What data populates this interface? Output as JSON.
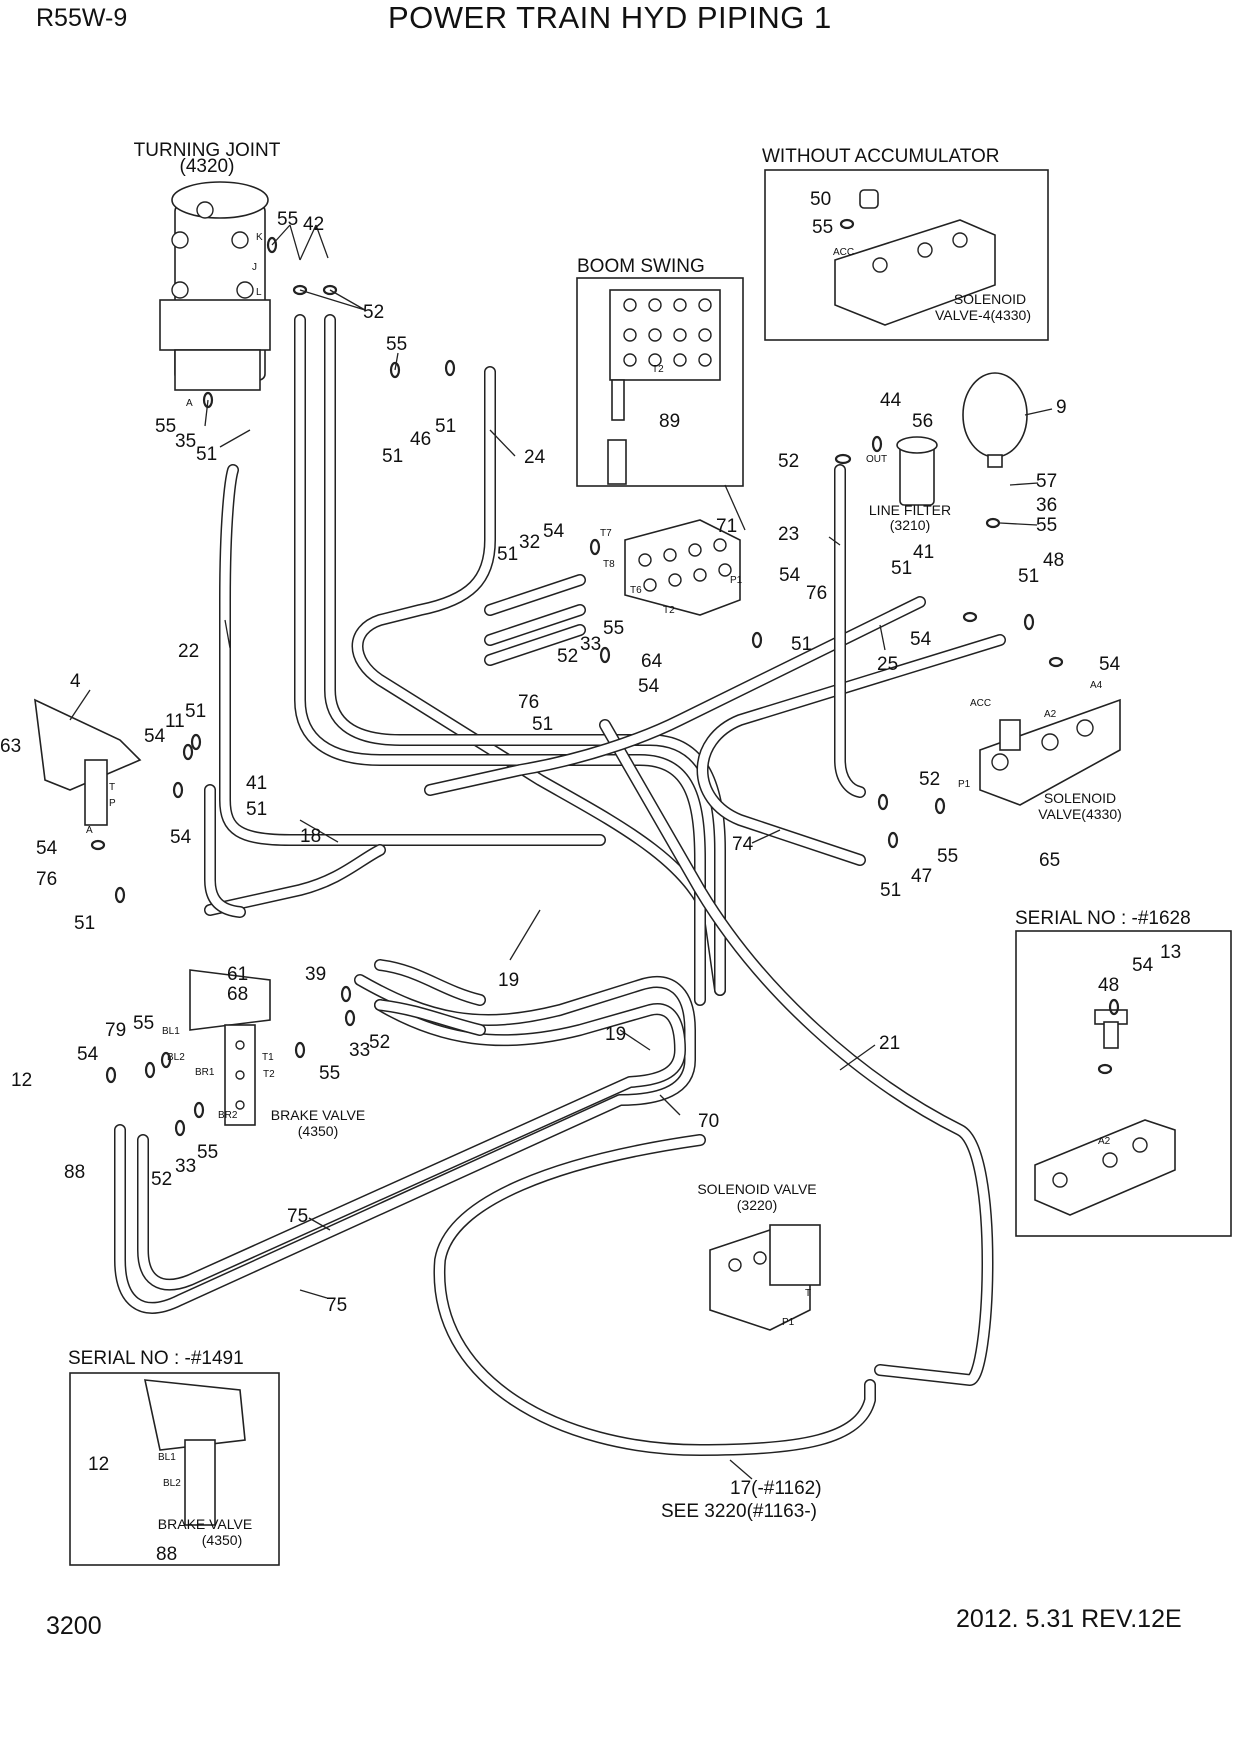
{
  "header": {
    "model": "R55W-9",
    "title": "POWER TRAIN HYD PIPING 1"
  },
  "footer": {
    "page_number": "3200",
    "revision": "2012. 5.31  REV.12E"
  },
  "components": {
    "turning_joint": [
      "TURNING JOINT",
      "(4320)"
    ],
    "line_filter": [
      "LINE FILTER",
      "(3210)"
    ],
    "solenoid_valve_main": [
      "SOLENOID",
      "VALVE(4330)"
    ],
    "solenoid_valve_4": [
      "SOLENOID",
      "VALVE-4(4330)"
    ],
    "solenoid_valve_3220": [
      "SOLENOID VALVE",
      "(3220)"
    ],
    "brake_valve": [
      "BRAKE VALVE",
      "(4350)"
    ]
  },
  "insets": {
    "boom_swing": "BOOM SWING",
    "without_accumulator": "WITHOUT ACCUMULATOR",
    "serial_1628": "SERIAL NO : -#1628",
    "serial_1491": "SERIAL NO : -#1491"
  },
  "notes": {
    "pipe17": "17(-#1162)",
    "see3220": "SEE 3220(#1163-)"
  },
  "ports": [
    "K",
    "J",
    "L",
    "A",
    "T7",
    "T8",
    "T6",
    "T2",
    "P1",
    "ACC",
    "A4",
    "A2",
    "OUT",
    "T",
    "P",
    "BL1",
    "BL2",
    "BR1",
    "BR2",
    "T1"
  ],
  "callouts": [
    {
      "id": "c1",
      "text": "55"
    },
    {
      "id": "c2",
      "text": "42"
    },
    {
      "id": "c3",
      "text": "52"
    },
    {
      "id": "c4",
      "text": "55"
    },
    {
      "id": "c5",
      "text": "51"
    },
    {
      "id": "c6",
      "text": "46"
    },
    {
      "id": "c7",
      "text": "51"
    },
    {
      "id": "c8",
      "text": "55"
    },
    {
      "id": "c9",
      "text": "35"
    },
    {
      "id": "c10",
      "text": "51"
    },
    {
      "id": "c11",
      "text": "24"
    },
    {
      "id": "c12",
      "text": "22"
    },
    {
      "id": "c13",
      "text": "4"
    },
    {
      "id": "c14",
      "text": "63"
    },
    {
      "id": "c15",
      "text": "54"
    },
    {
      "id": "c16",
      "text": "11"
    },
    {
      "id": "c17",
      "text": "51"
    },
    {
      "id": "c18",
      "text": "41"
    },
    {
      "id": "c19",
      "text": "51"
    },
    {
      "id": "c20",
      "text": "54"
    },
    {
      "id": "c21",
      "text": "54"
    },
    {
      "id": "c22",
      "text": "76"
    },
    {
      "id": "c23",
      "text": "51"
    },
    {
      "id": "c24",
      "text": "18"
    },
    {
      "id": "c25",
      "text": "54"
    },
    {
      "id": "c26",
      "text": "32"
    },
    {
      "id": "c27",
      "text": "51"
    },
    {
      "id": "c28",
      "text": "71"
    },
    {
      "id": "c29",
      "text": "54"
    },
    {
      "id": "c30",
      "text": "76"
    },
    {
      "id": "c31",
      "text": "55"
    },
    {
      "id": "c32",
      "text": "33"
    },
    {
      "id": "c33",
      "text": "52"
    },
    {
      "id": "c34",
      "text": "51"
    },
    {
      "id": "c35",
      "text": "64"
    },
    {
      "id": "c36",
      "text": "54"
    },
    {
      "id": "c37",
      "text": "76"
    },
    {
      "id": "c38",
      "text": "51"
    },
    {
      "id": "c39",
      "text": "89"
    },
    {
      "id": "c40",
      "text": "50"
    },
    {
      "id": "c41",
      "text": "55"
    },
    {
      "id": "c42",
      "text": "44"
    },
    {
      "id": "c43",
      "text": "56"
    },
    {
      "id": "c44",
      "text": "52"
    },
    {
      "id": "c45",
      "text": "9"
    },
    {
      "id": "c46",
      "text": "57"
    },
    {
      "id": "c47",
      "text": "36"
    },
    {
      "id": "c48",
      "text": "55"
    },
    {
      "id": "c49",
      "text": "23"
    },
    {
      "id": "c50",
      "text": "41"
    },
    {
      "id": "c51",
      "text": "51"
    },
    {
      "id": "c52",
      "text": "51"
    },
    {
      "id": "c53",
      "text": "48"
    },
    {
      "id": "c54",
      "text": "54"
    },
    {
      "id": "c55",
      "text": "25"
    },
    {
      "id": "c56",
      "text": "54"
    },
    {
      "id": "c57",
      "text": "52"
    },
    {
      "id": "c58",
      "text": "74"
    },
    {
      "id": "c59",
      "text": "51"
    },
    {
      "id": "c60",
      "text": "47"
    },
    {
      "id": "c61",
      "text": "55"
    },
    {
      "id": "c62",
      "text": "65"
    },
    {
      "id": "c63",
      "text": "54"
    },
    {
      "id": "c64",
      "text": "13"
    },
    {
      "id": "c65",
      "text": "48"
    },
    {
      "id": "c66",
      "text": "61"
    },
    {
      "id": "c67",
      "text": "68"
    },
    {
      "id": "c68",
      "text": "39"
    },
    {
      "id": "c69",
      "text": "19"
    },
    {
      "id": "c70",
      "text": "19"
    },
    {
      "id": "c71",
      "text": "33"
    },
    {
      "id": "c72",
      "text": "52"
    },
    {
      "id": "c73",
      "text": "55"
    },
    {
      "id": "c74",
      "text": "55"
    },
    {
      "id": "c75",
      "text": "79"
    },
    {
      "id": "c76",
      "text": "54"
    },
    {
      "id": "c77",
      "text": "12"
    },
    {
      "id": "c78",
      "text": "88"
    },
    {
      "id": "c79",
      "text": "52"
    },
    {
      "id": "c80",
      "text": "33"
    },
    {
      "id": "c81",
      "text": "55"
    },
    {
      "id": "c82",
      "text": "21"
    },
    {
      "id": "c83",
      "text": "70"
    },
    {
      "id": "c84",
      "text": "75"
    },
    {
      "id": "c85",
      "text": "75"
    },
    {
      "id": "c86",
      "text": "12"
    },
    {
      "id": "c87",
      "text": "88"
    }
  ]
}
